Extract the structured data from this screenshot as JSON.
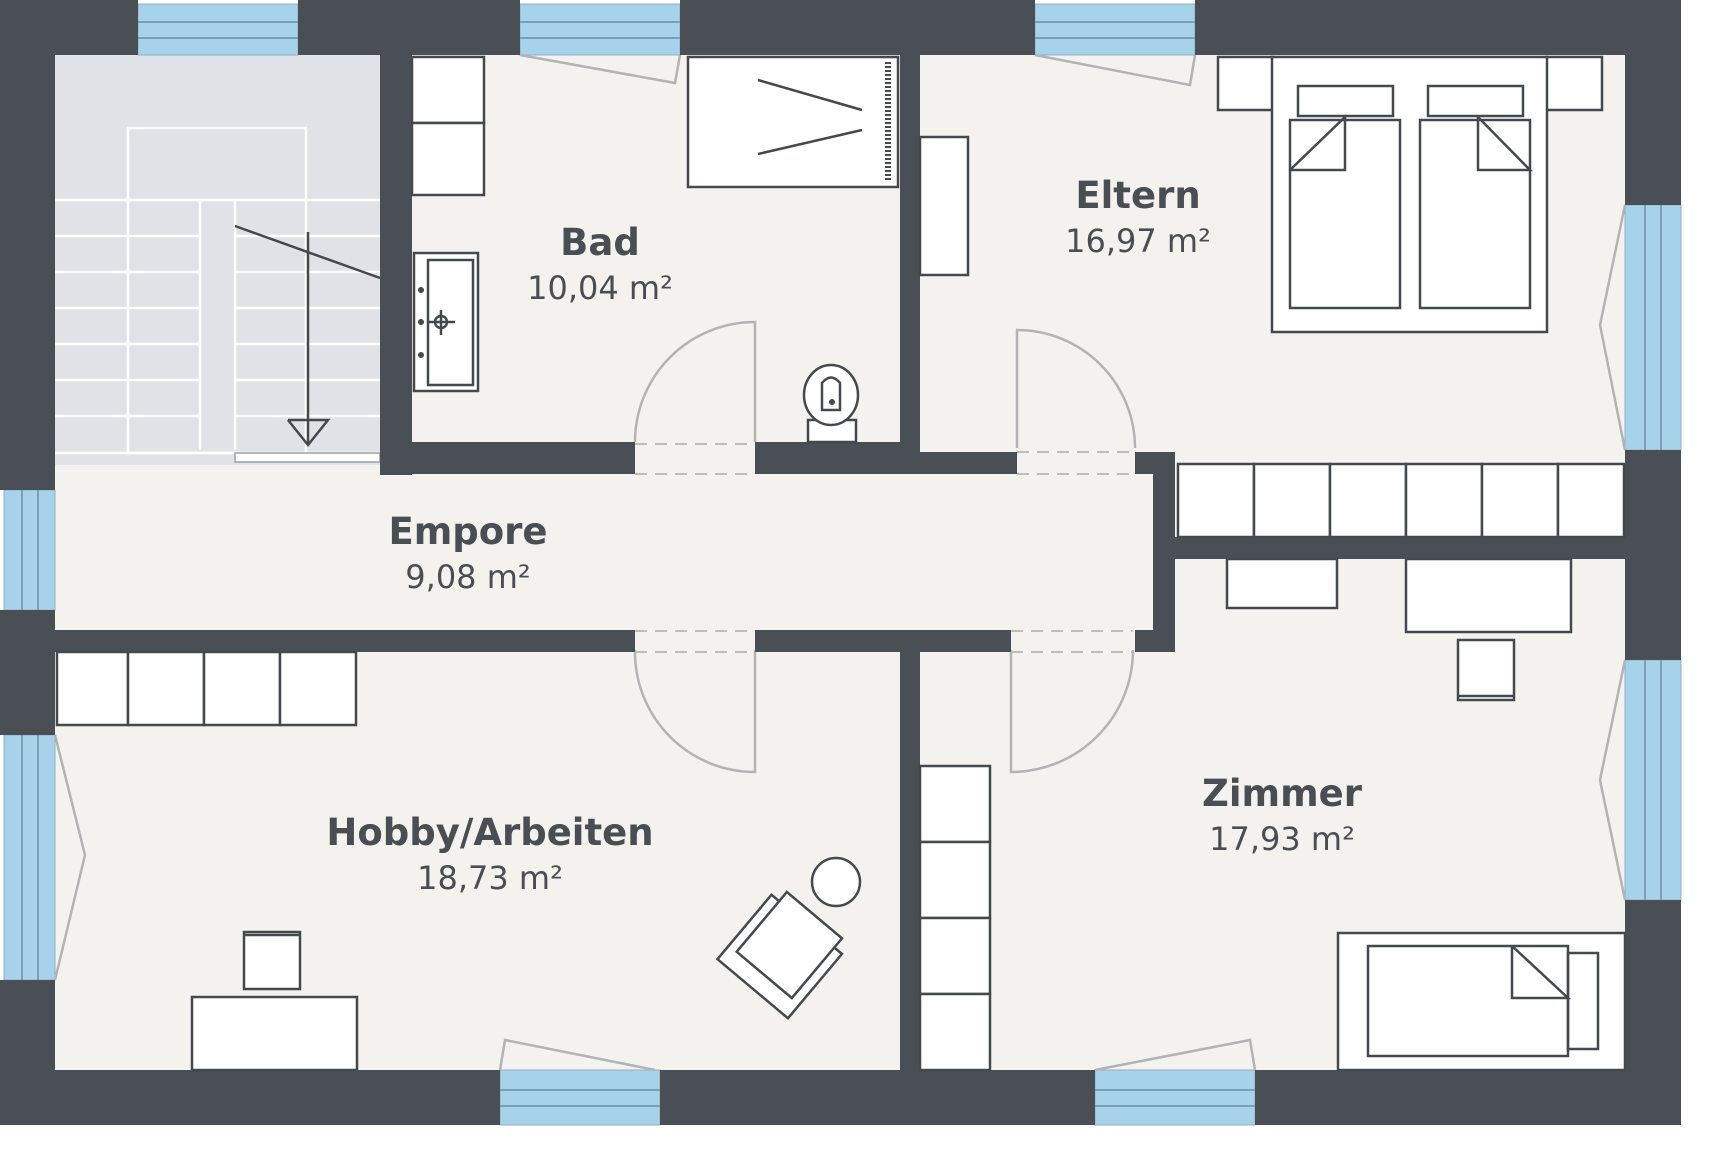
{
  "rooms": {
    "bad": {
      "name": "Bad",
      "area": "10,04 m²"
    },
    "eltern": {
      "name": "Eltern",
      "area": "16,97 m²"
    },
    "empore": {
      "name": "Empore",
      "area": "9,08 m²"
    },
    "hobby": {
      "name": "Hobby/Arbeiten",
      "area": "18,73 m²"
    },
    "zimmer": {
      "name": "Zimmer",
      "area": "17,93 m²"
    }
  },
  "colors": {
    "wall": "#4a4f56",
    "floor": "#f4f2ef",
    "stair_floor": "#dfe2e6",
    "window": "#a6d2ea",
    "text": "#4a4d52"
  }
}
